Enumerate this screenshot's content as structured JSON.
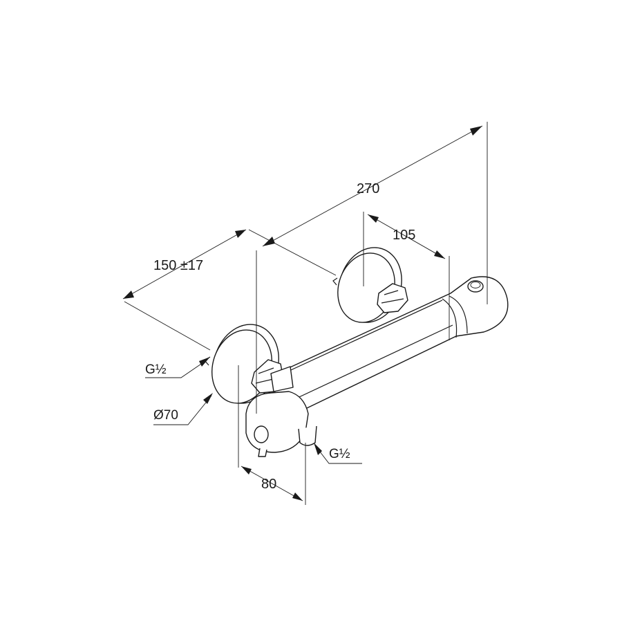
{
  "diagram": {
    "dimensions": {
      "overall_width": "270",
      "outlet_offset": "105",
      "inlet_spacing": "150 ±17",
      "projection": "80"
    },
    "labels": {
      "inlet_thread": "G½",
      "escutcheon_diameter": "Ø70",
      "outlet_thread": "G½"
    },
    "colors": {
      "line": "#1a1a1a",
      "background": "#ffffff"
    }
  }
}
